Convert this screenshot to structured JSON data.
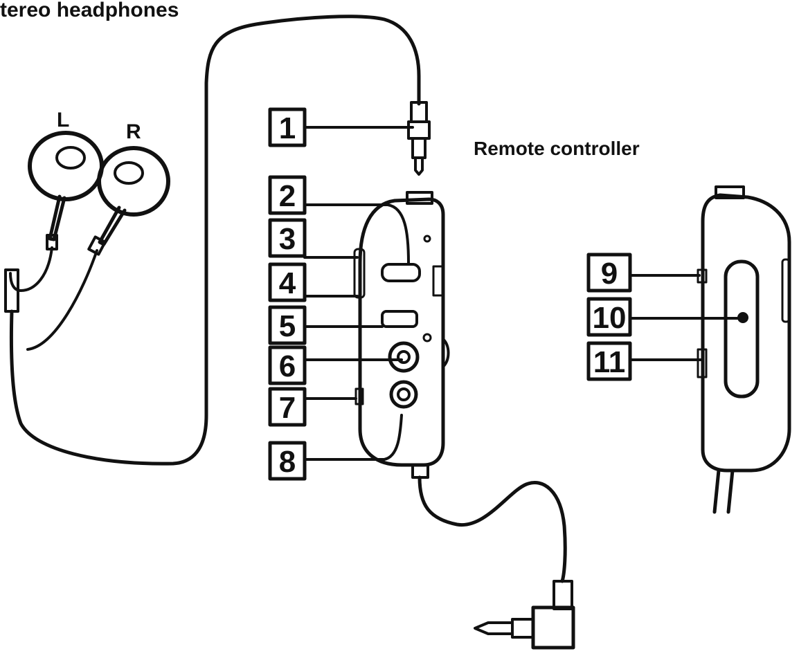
{
  "labels": {
    "headphones_title": "tereo headphones",
    "left": "L",
    "right": "R",
    "remote_title": "Remote controller"
  },
  "callouts": [
    "1",
    "2",
    "3",
    "4",
    "5",
    "6",
    "7",
    "8",
    "9",
    "10",
    "11"
  ],
  "colors": {
    "ink": "#111111",
    "paper": "#ffffff"
  }
}
